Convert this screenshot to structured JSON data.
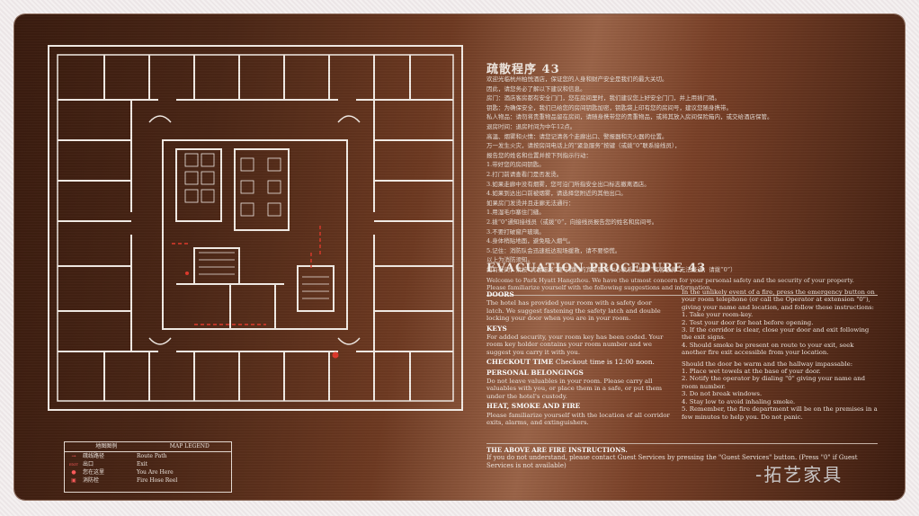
{
  "cn": {
    "title": "疏散程序 43",
    "lines": [
      "欢迎光临杭州柏悦酒店，保证您的人身和财产安全是我们的最大关切。",
      "因此，请您务必了解以下建议和信息。",
      "房门：酒店客房都有安全门门，您在房间里时，我们建议您上好安全门门，并上用插门销。",
      "钥匙：为确保安全，我们已给您的房间钥匙加密，钥匙袋上印有您的房间号，建议您随身携带。",
      "私人物品：请勿将贵重物品留在房间，请随身携带您的贵重物品，或将其放入房间保险箱内，或交给酒店保管。",
      "退房时间：退房时间为中午12点。",
      "高温、烟雾和火情：请您记清各个走廊出口、警报器和灭火器的位置。",
      "万一发生火灾，请按房间电话上的“紧急服务”按键（或拨“0”联系接线员），",
      "报告您的姓名和位置并按下列指示行动：",
      "1.带好您的房间钥匙。",
      "2.打门前请查看门是否发烫。",
      "3.如果走廊中没有烟雾，您可沿门所指安全出口标志撤离酒店。",
      "4.如果到达出口前被烟雾，请选择您附近的其他出口。",
      "如果房门发烫并且走廊无法通行：",
      "1.用湿毛巾塞住门缝。",
      "2.拨“0”通知接线员（或拨“0”，向接线员报告您的姓名和房间号。",
      "3.不要打破窗户玻璃。",
      "4.身体稍贴地面，避免吸入烟气。",
      "5.记住：消防队会迅速抵达现场援救，请不要惊慌。",
      "以上为消防须知。",
      "如有疑问，请按“宾客服务”键与我们的宾客服务中心联系（如果“宾客服务”无法接通，请拨“0”）"
    ]
  },
  "en": {
    "title": "EVACUATION PROCEDURE 43",
    "intro": "Welcome to Park Hyatt Hangzhou. We have the utmost concern for your personal safety and the security of your property. Please familiarize yourself with the following suggestions and information.",
    "doors_h": "DOORS",
    "doors": "The hotel has provided your room with a safety door latch. We suggest fastening the safety latch and double locking your door when you are in your room.",
    "keys_h": "KEYS",
    "keys": "For added security, your room key has been coded. Your room key holder contains your room number and we suggest you carry it with you.",
    "checkout_h": "CHECKOUT TIME",
    "checkout": "Checkout time is 12:00 noon.",
    "belong_h": "PERSONAL BELONGINGS",
    "belong": "Do not leave valuables in your room. Please carry all valuables with you, or place them in a safe, or put them under the hotel's custody.",
    "heat_h": "HEAT, SMOKE AND FIRE",
    "heat": "Please familiarize yourself with the location of all corridor exits, alarms, and extinguishers.",
    "fire_intro": "In the unlikely event of a fire, press the emergency button on your room telephone (or call the Operator at extension \"0\"), giving your name and location, and follow these instructions:",
    "fire_steps": [
      "1. Take your room-key.",
      "2. Test your door for heat before opening.",
      "3. If the corridor is clear, close your door and exit following the exit signs.",
      "4. Should smoke be present on route to your exit, seek another fire exit accessible from your location."
    ],
    "hot_intro": "Should the door be warm and the hallway impassable:",
    "hot_steps": [
      "1. Place wet towels at the base of your door.",
      "2. Notify the operator by dialing \"0\" giving your name and room number.",
      "3. Do not break windows.",
      "4. Stay low to avoid inhaling smoke.",
      "5. Remember, the fire department will be on the premises in a few minutes to help you. Do not panic."
    ],
    "footer_h": "THE ABOVE ARE FIRE INSTRUCTIONS.",
    "footer": "If you do not understand, please contact Guest Services by pressing the \"Guest Services\" button. (Press \"0\" if Guest Services is not available)"
  },
  "legend": {
    "hdr_cn": "地图图例",
    "hdr_en": "MAP LEGEND",
    "rows": [
      {
        "icon": "→",
        "cn": "疏线路径",
        "en": "Route Path"
      },
      {
        "icon": "EXIT",
        "cn": "出口",
        "en": "Exit"
      },
      {
        "icon": "●",
        "cn": "您在这里",
        "en": "You Are Here"
      },
      {
        "icon": "▣",
        "cn": "消防栓",
        "en": "Fire Hose Reel"
      }
    ]
  },
  "watermark": "-拓艺家具",
  "colors": {
    "route": "#e0392b",
    "line": "#f3ece6"
  }
}
